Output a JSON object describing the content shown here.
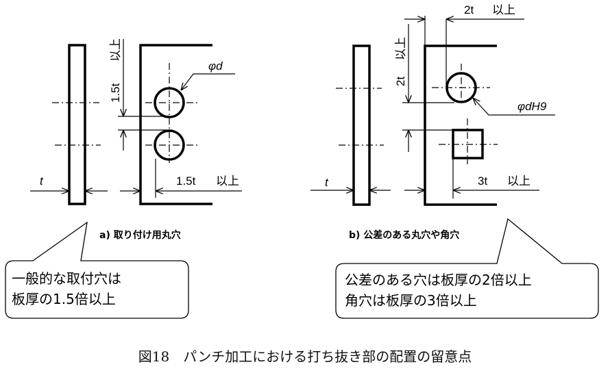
{
  "diagram_a": {
    "t_label": "t",
    "phi_label": "φd",
    "vertical_dim_value": "1.5t",
    "vertical_dim_suffix": "以上",
    "edge_dim_value": "1.5t",
    "edge_dim_suffix": "以上",
    "caption": "a) 取り付け用丸穴"
  },
  "diagram_b": {
    "t_label": "t",
    "top_dim_value": "2t",
    "top_dim_suffix": "以上",
    "vertical_dim_value": "2t",
    "vertical_dim_suffix": "以上",
    "phi_label": "φdH9",
    "edge_dim_value": "3t",
    "edge_dim_suffix": "以上",
    "caption": "b) 公差のある丸穴や角穴"
  },
  "callout_a": {
    "line1": "一般的な取付穴は",
    "line2": "板厚の1.5倍以上"
  },
  "callout_b": {
    "line1": "公差のある穴は板厚の2倍以上",
    "line2": "角穴は板厚の3倍以上"
  },
  "figure_caption": "図18　パンチ加工における打ち抜き部の配置の留意点"
}
